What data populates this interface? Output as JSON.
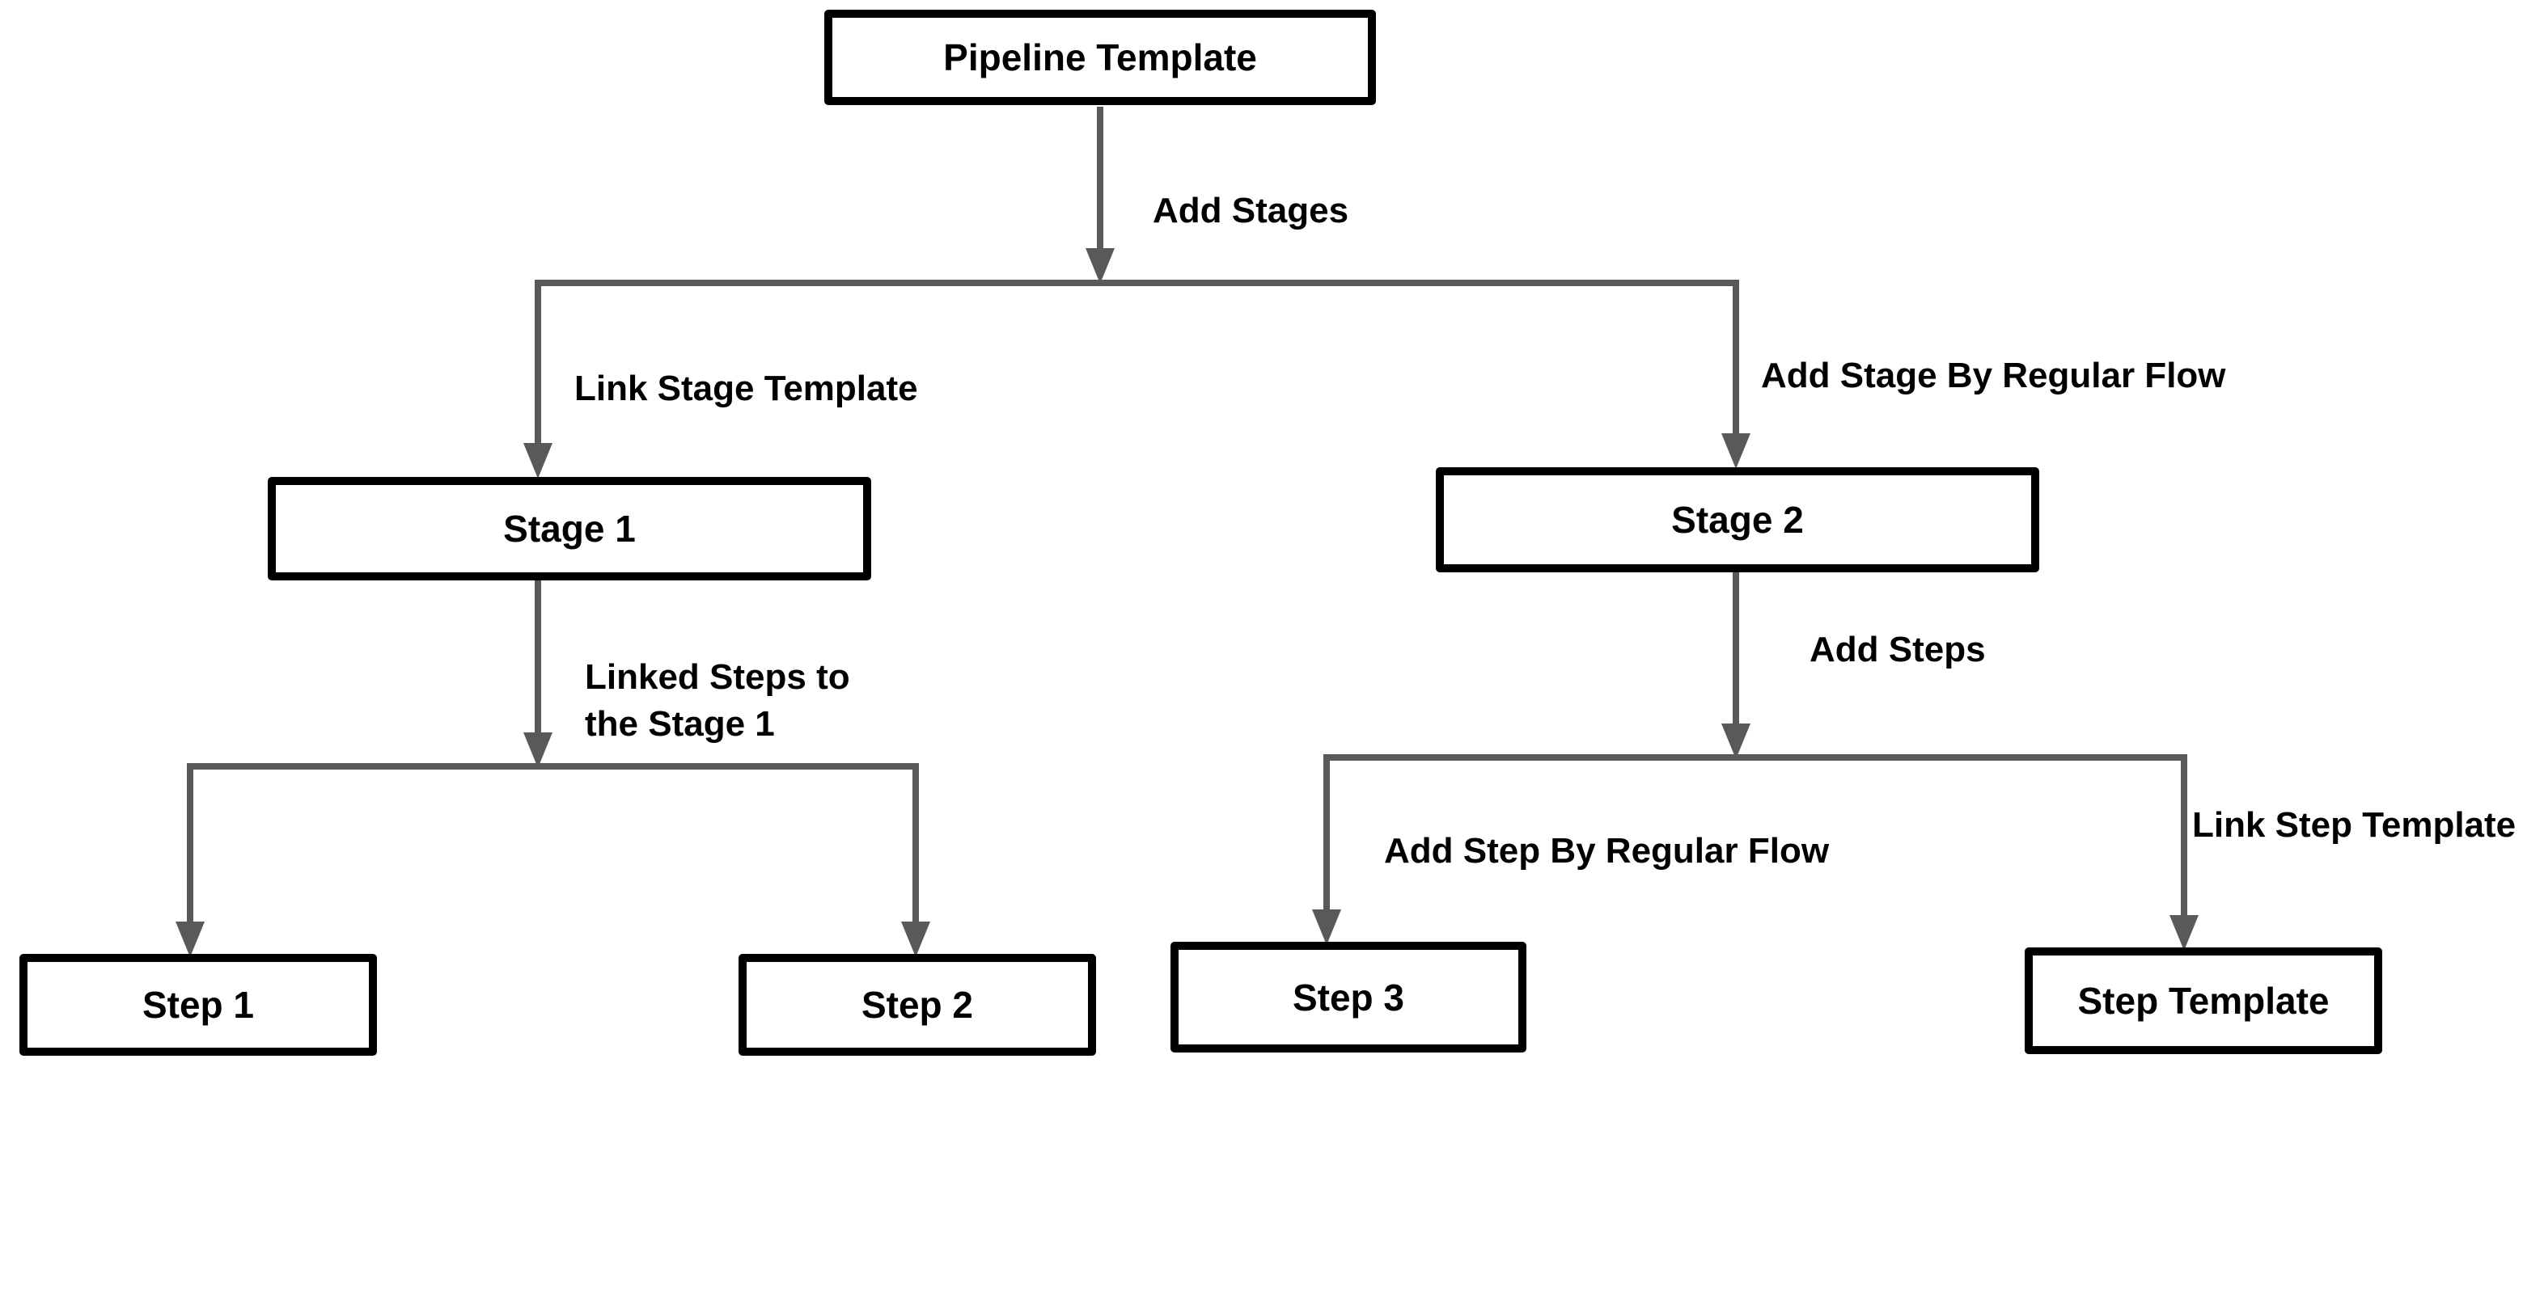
{
  "diagram": {
    "type": "flowchart",
    "background": "#ffffff",
    "colors": {
      "connector": "#595959",
      "node_border": "#000000",
      "node_fill": "#ffffff",
      "text": "#000000"
    },
    "nodes": {
      "pipeline_template": "Pipeline Template",
      "stage_1": "Stage 1",
      "stage_2": "Stage 2",
      "step_1": "Step 1",
      "step_2": "Step 2",
      "step_3": "Step 3",
      "step_template": "Step Template"
    },
    "edge_labels": {
      "add_stages": "Add Stages",
      "link_stage_template": "Link Stage Template",
      "add_stage_by_regular_flow": "Add Stage By Regular Flow",
      "linked_steps_line_1": "Linked Steps to",
      "linked_steps_line_2": "the Stage 1",
      "add_steps": "Add Steps",
      "add_step_by_regular_flow": "Add Step By Regular Flow",
      "link_step_template": "Link Step Template"
    },
    "edges": [
      {
        "from": "pipeline_template",
        "to": [
          "stage_1",
          "stage_2"
        ],
        "label": "Add Stages"
      },
      {
        "from": "pipeline_template",
        "to": "stage_1",
        "label": "Link Stage Template"
      },
      {
        "from": "pipeline_template",
        "to": "stage_2",
        "label": "Add Stage By Regular Flow"
      },
      {
        "from": "stage_1",
        "to": [
          "step_1",
          "step_2"
        ],
        "label": "Linked Steps to the Stage 1"
      },
      {
        "from": "stage_2",
        "to": [
          "step_3",
          "step_template"
        ],
        "label": "Add Steps"
      },
      {
        "from": "stage_2",
        "to": "step_3",
        "label": "Add Step By Regular Flow"
      },
      {
        "from": "stage_2",
        "to": "step_template",
        "label": "Link Step Template"
      }
    ]
  }
}
